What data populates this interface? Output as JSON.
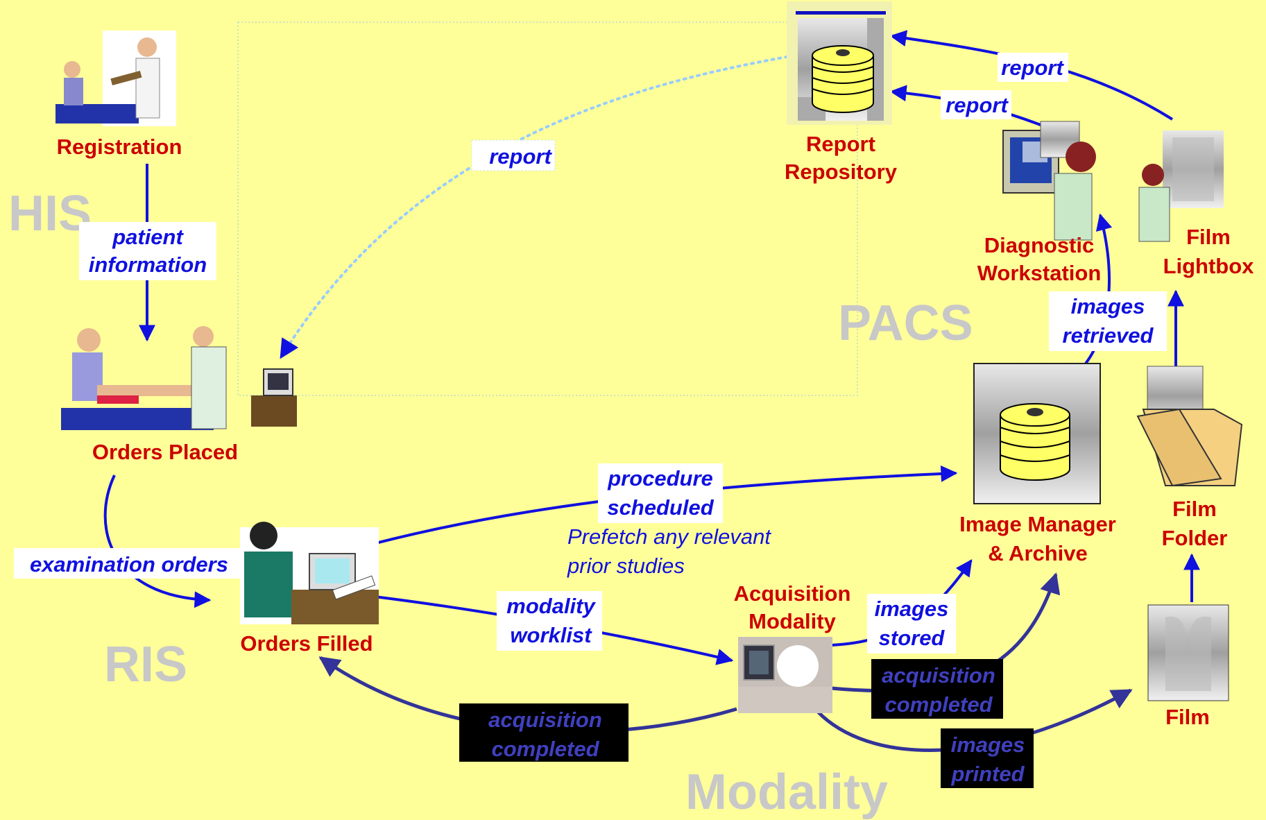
{
  "regions": {
    "his": "HIS",
    "ris": "RIS",
    "pacs": "PACS",
    "modality": "Modality"
  },
  "nodes": {
    "registration": "Registration",
    "orders_placed": "Orders Placed",
    "orders_filled": "Orders Filled",
    "report_repository": [
      "Report",
      "Repository"
    ],
    "diagnostic_workstation": [
      "Diagnostic",
      "Workstation"
    ],
    "film_lightbox": [
      "Film",
      "Lightbox"
    ],
    "image_manager": [
      "Image Manager",
      "& Archive"
    ],
    "film_folder": [
      "Film",
      "Folder"
    ],
    "acquisition_modality": [
      "Acquisition",
      "Modality"
    ],
    "film": "Film"
  },
  "flows": {
    "patient_information": [
      "patient",
      "information"
    ],
    "report_dotted": "report",
    "report_top": "report",
    "report_mid": "report",
    "images_retrieved": [
      "images",
      "retrieved"
    ],
    "examination_orders": "examination orders",
    "procedure_scheduled": [
      "procedure",
      "scheduled"
    ],
    "prefetch_note": [
      "Prefetch any relevant",
      "prior studies"
    ],
    "modality_worklist": [
      "modality",
      "worklist"
    ],
    "images_stored": [
      "images",
      "stored"
    ],
    "acquisition_completed_right": [
      "acquisition",
      "completed"
    ],
    "acquisition_completed_left": [
      "acquisition",
      "completed"
    ],
    "images_printed": [
      "images",
      "printed"
    ]
  },
  "colors": {
    "background": "#FFFF99",
    "node_label": "#CC0000",
    "region_label": "#C8C8C8",
    "flow_blue": "#1010E0",
    "flow_navy": "#333399"
  }
}
